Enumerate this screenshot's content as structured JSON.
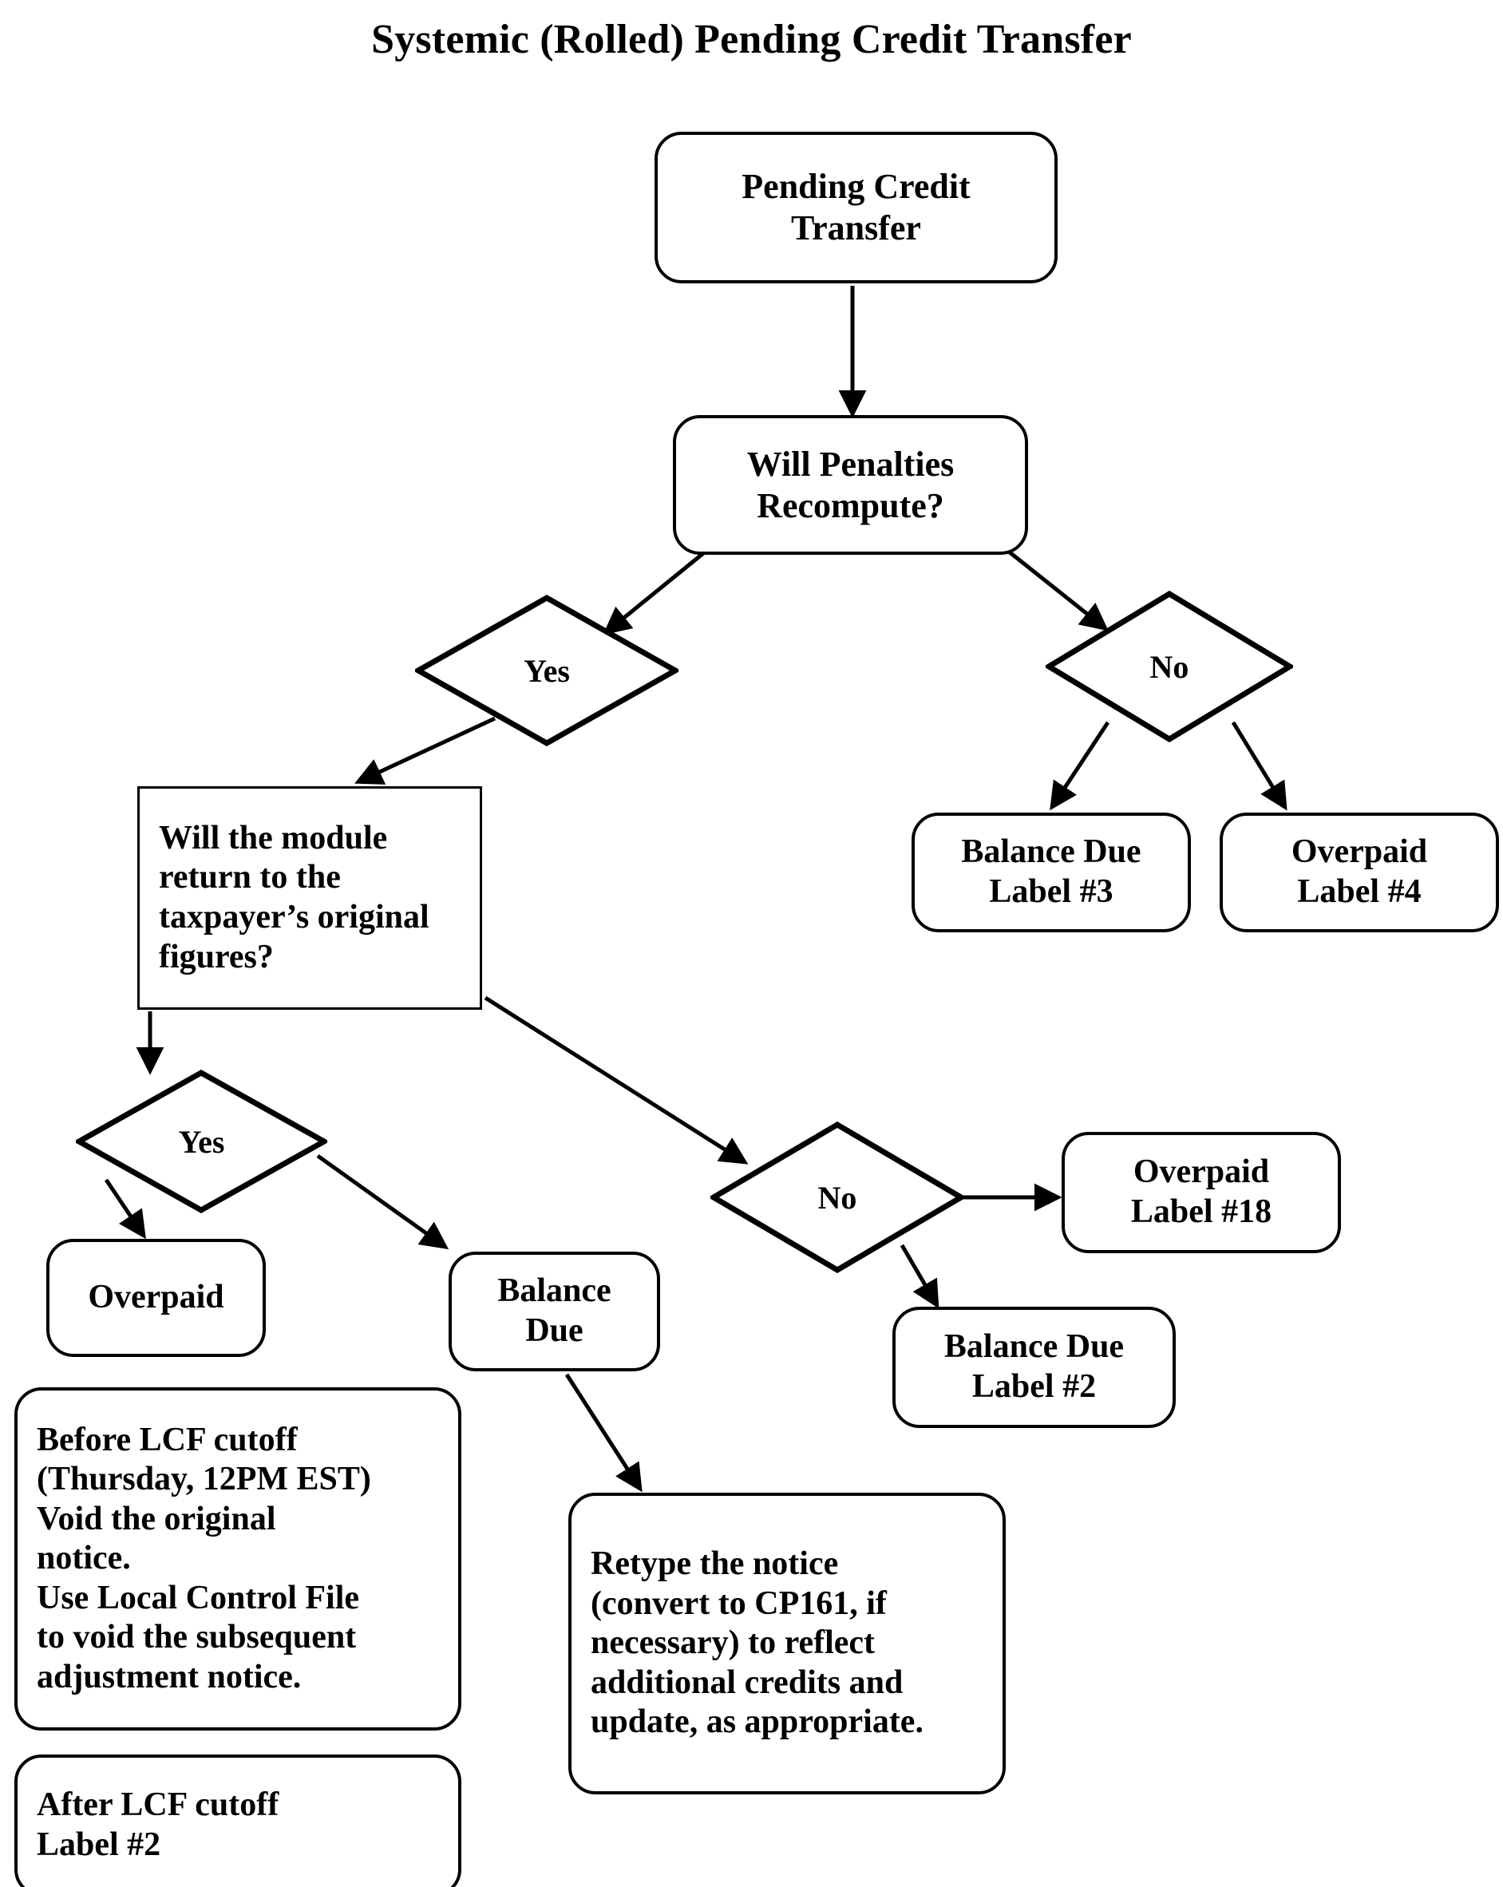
{
  "title": "Systemic (Rolled) Pending Credit Transfer",
  "nodes": {
    "start": {
      "label": "Pending Credit\nTransfer"
    },
    "penalties": {
      "label": "Will Penalties\nRecompute?"
    },
    "yes1": {
      "label": "Yes"
    },
    "no1": {
      "label": "No"
    },
    "balance_due_3": {
      "label": "Balance Due\nLabel #3"
    },
    "overpaid_4": {
      "label": "Overpaid\nLabel #4"
    },
    "module_question": {
      "label": "Will the module\nreturn to the\ntaxpayer’s original\nfigures?"
    },
    "yes2": {
      "label": "Yes"
    },
    "no2": {
      "label": "No"
    },
    "overpaid_18": {
      "label": "Overpaid\nLabel #18"
    },
    "balance_due_2": {
      "label": "Balance Due\nLabel #2"
    },
    "overpaid": {
      "label": "Overpaid"
    },
    "balance_due": {
      "label": "Balance\nDue"
    },
    "before_lcf": {
      "label": "Before LCF cutoff\n(Thursday, 12PM EST)\nVoid the original\nnotice.\nUse Local Control File\nto void the subsequent\nadjustment notice."
    },
    "after_lcf": {
      "label": "After LCF cutoff\nLabel #2"
    },
    "retype": {
      "label": "Retype the notice\n(convert to CP161, if\nnecessary) to reflect\nadditional credits and\nupdate, as appropriate."
    }
  },
  "edges": [
    {
      "from": "start",
      "to": "penalties"
    },
    {
      "from": "penalties",
      "to": "yes1"
    },
    {
      "from": "penalties",
      "to": "no1"
    },
    {
      "from": "no1",
      "to": "balance_due_3"
    },
    {
      "from": "no1",
      "to": "overpaid_4"
    },
    {
      "from": "yes1",
      "to": "module_question"
    },
    {
      "from": "module_question",
      "to": "yes2"
    },
    {
      "from": "module_question",
      "to": "no2"
    },
    {
      "from": "yes2",
      "to": "overpaid"
    },
    {
      "from": "yes2",
      "to": "balance_due"
    },
    {
      "from": "no2",
      "to": "overpaid_18"
    },
    {
      "from": "no2",
      "to": "balance_due_2"
    },
    {
      "from": "balance_due",
      "to": "retype"
    }
  ],
  "colors": {
    "stroke": "#000000",
    "fill": "#ffffff",
    "text": "#000000"
  }
}
